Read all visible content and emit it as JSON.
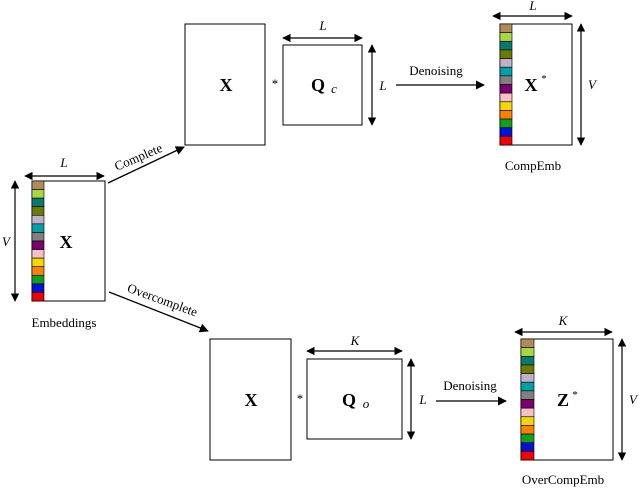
{
  "labels": {
    "L": "L",
    "V": "V",
    "K": "K",
    "X": "X",
    "Q": "Q",
    "Z": "Z",
    "asterisk": "*",
    "sub_c": "c",
    "sub_o": "o",
    "star": "*",
    "embeddings": "Embeddings",
    "complete": "Complete",
    "overcomplete": "Overcomplete",
    "denoising": "Denoising",
    "compemb": "CompEmb",
    "overcompemb": "OverCompEmb"
  },
  "colors": {
    "stripe": [
      "#b08b5a",
      "#a8d840",
      "#0a7a70",
      "#6b7a00",
      "#c0b0c8",
      "#00a0a8",
      "#808080",
      "#7b0070",
      "#f5c0c8",
      "#f0d800",
      "#ff8000",
      "#10a020",
      "#0010d8",
      "#f00000"
    ]
  }
}
